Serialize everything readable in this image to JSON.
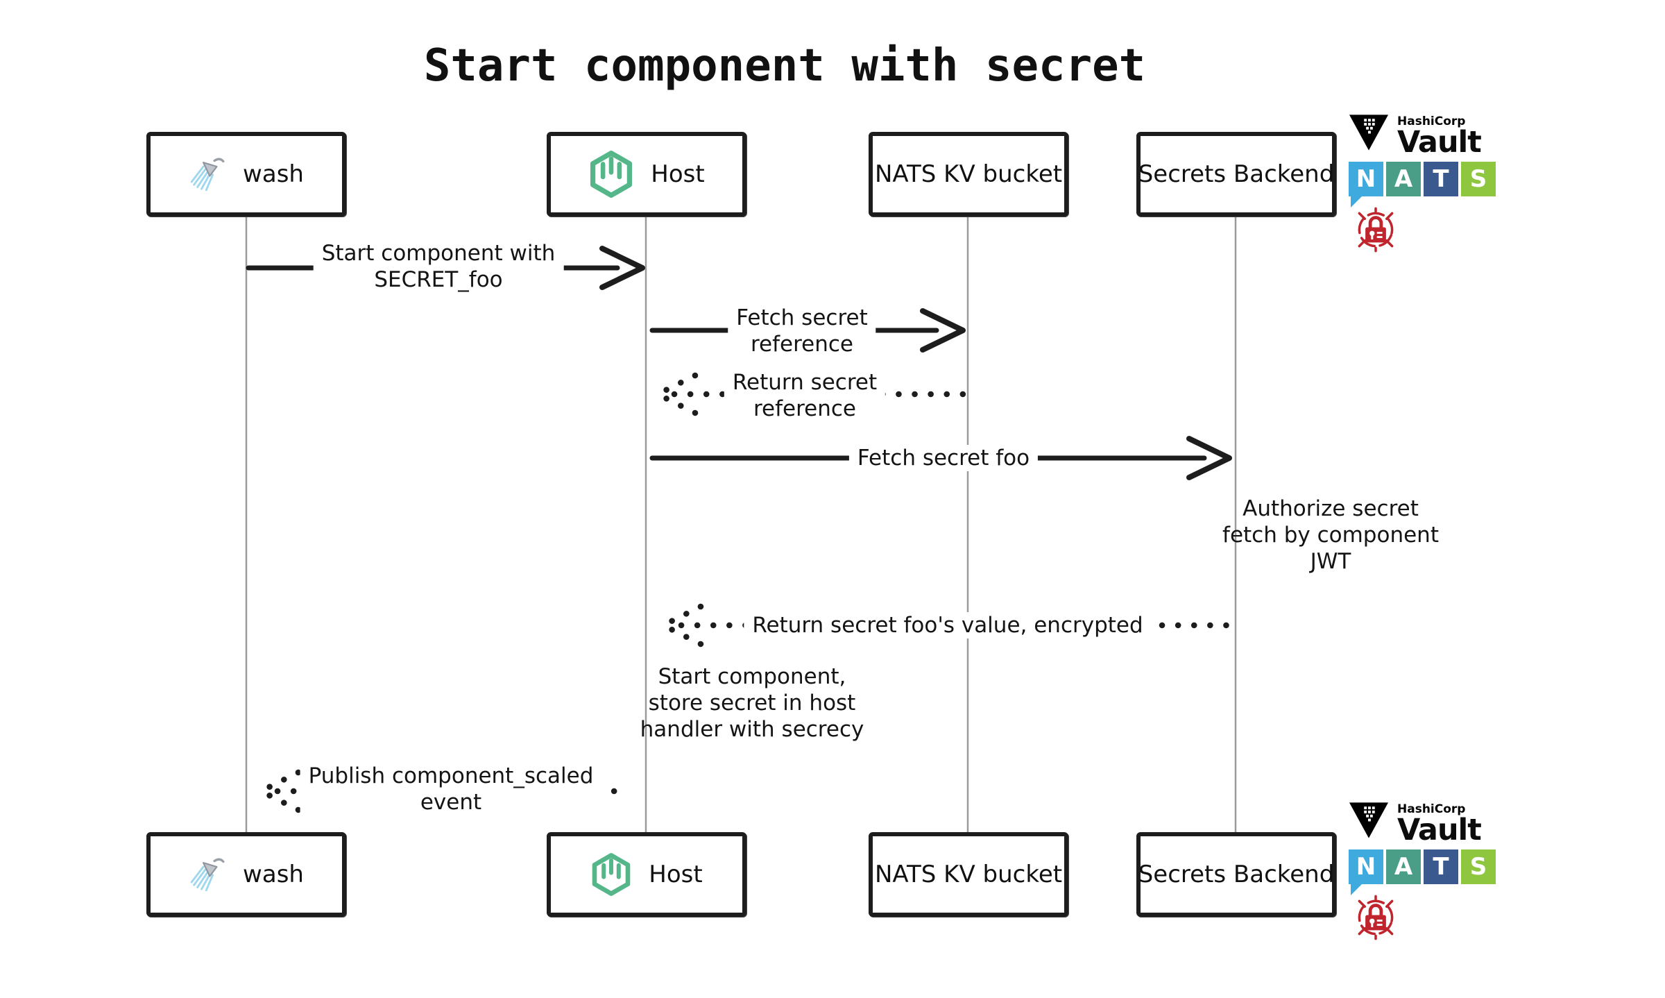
{
  "title": "Start component with secret",
  "actors": [
    {
      "label": "wash",
      "icon": "shower-icon"
    },
    {
      "label": "Host",
      "icon": "wasmcloud-host-icon"
    },
    {
      "label": "NATS KV bucket",
      "icon": ""
    },
    {
      "label": "Secrets Backend",
      "icon": ""
    }
  ],
  "messages": [
    {
      "lines": [
        "Start component with",
        "SECRET_foo"
      ],
      "from": "wash",
      "to": "Host",
      "style": "solid"
    },
    {
      "lines": [
        "Fetch secret",
        "reference"
      ],
      "from": "Host",
      "to": "NATS KV bucket",
      "style": "solid"
    },
    {
      "lines": [
        "Return secret",
        "reference"
      ],
      "from": "NATS KV bucket",
      "to": "Host",
      "style": "dotted"
    },
    {
      "lines": [
        "Fetch secret foo"
      ],
      "from": "Host",
      "to": "Secrets Backend",
      "style": "solid"
    },
    {
      "lines": [
        "Return secret foo's value, encrypted"
      ],
      "from": "Secrets Backend",
      "to": "Host",
      "style": "dotted"
    },
    {
      "lines": [
        "Publish component_scaled",
        "event"
      ],
      "from": "Host",
      "to": "wash",
      "style": "dotted"
    }
  ],
  "notes": [
    {
      "lines": [
        "Authorize secret",
        "fetch by component",
        "JWT"
      ],
      "at": "Secrets Backend"
    },
    {
      "lines": [
        "Start component,",
        "store secret in host",
        "handler with secrecy"
      ],
      "at": "Host"
    }
  ],
  "logos": {
    "vault": {
      "brand": "HashiCorp",
      "product": "Vault"
    },
    "nats": {
      "letters": [
        "N",
        "A",
        "T",
        "S"
      ]
    },
    "lock": "secret-lock-target-icon"
  },
  "colors": {
    "ink": "#1d1d1d",
    "lifeline_gray": "#9b9b9b",
    "wasmcloud_green": "#54b689",
    "shower_spray_blue": "#9ed7ee",
    "nats_n_blue": "#3eaade",
    "nats_a_green": "#4a9e87",
    "nats_t_blue": "#39598f",
    "nats_s_green": "#8fc640",
    "vault_black": "#000000",
    "lock_red": "#c0242c"
  }
}
